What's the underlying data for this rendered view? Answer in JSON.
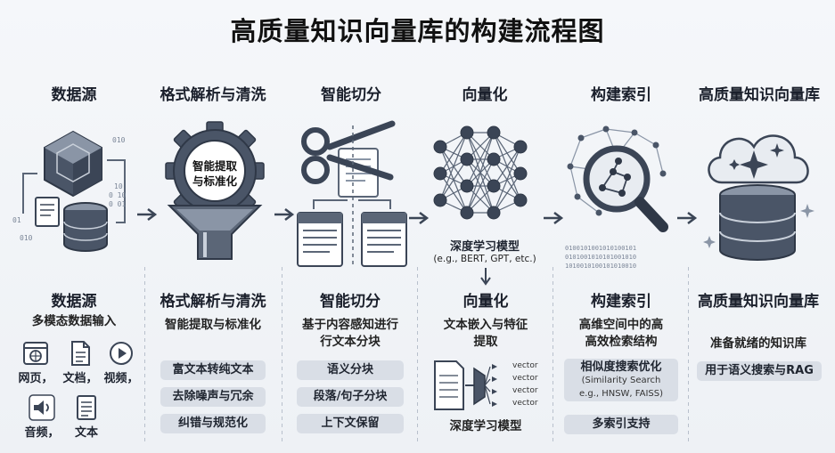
{
  "title": "高质量知识向量库的构建流程图",
  "stages": [
    {
      "name": "数据源"
    },
    {
      "name": "格式解析与清洗",
      "gear_label_1": "智能提取",
      "gear_label_2": "与标准化"
    },
    {
      "name": "智能切分"
    },
    {
      "name": "向量化",
      "model_label": "深度学习模型",
      "model_sub": "(e.g., BERT, GPT, etc.)"
    },
    {
      "name": "构建索引"
    },
    {
      "name": "高质量知识向量库"
    }
  ],
  "sections": [
    {
      "title": "数据源",
      "desc": "多模态数据输入",
      "modal_items": [
        "网页，",
        "文档，",
        "视频，",
        "音频，",
        "文本"
      ]
    },
    {
      "title": "格式解析与清洗",
      "desc": "智能提取与标准化",
      "pills": [
        "富文本转纯文本",
        "去除噪声与冗余",
        "纠错与规范化"
      ]
    },
    {
      "title": "智能切分",
      "desc_1": "基于内容感知进行",
      "desc_2": "行文本分块",
      "pills": [
        "语义分块",
        "段落/句子分块",
        "上下文保留"
      ]
    },
    {
      "title": "向量化",
      "desc_1": "文本嵌入与特征",
      "desc_2": "提取",
      "vector_labels": [
        "vector",
        "vector",
        "vector",
        "vector"
      ],
      "footer": "深度学习模型"
    },
    {
      "title": "构建索引",
      "desc_1": "高维空间中的高",
      "desc_2": "高效检索结构",
      "pill_tall_main": "相似度搜索优化",
      "pill_tall_sub_1": "(Similarity Search",
      "pill_tall_sub_2": "e.g., HNSW, FAISS)",
      "pill": "多索引支持"
    },
    {
      "title": "高质量知识向量库",
      "desc": "准备就绪的知识库",
      "pill": "用于语义搜索与RAG"
    }
  ],
  "binary_text": [
    "0100101001010100101",
    "0101001010101001010",
    "1010010100101010010"
  ],
  "colors": {
    "dark": "#3b4556",
    "mid": "#5b6677",
    "light": "#c9d0da",
    "pill": "#d9dee6"
  }
}
